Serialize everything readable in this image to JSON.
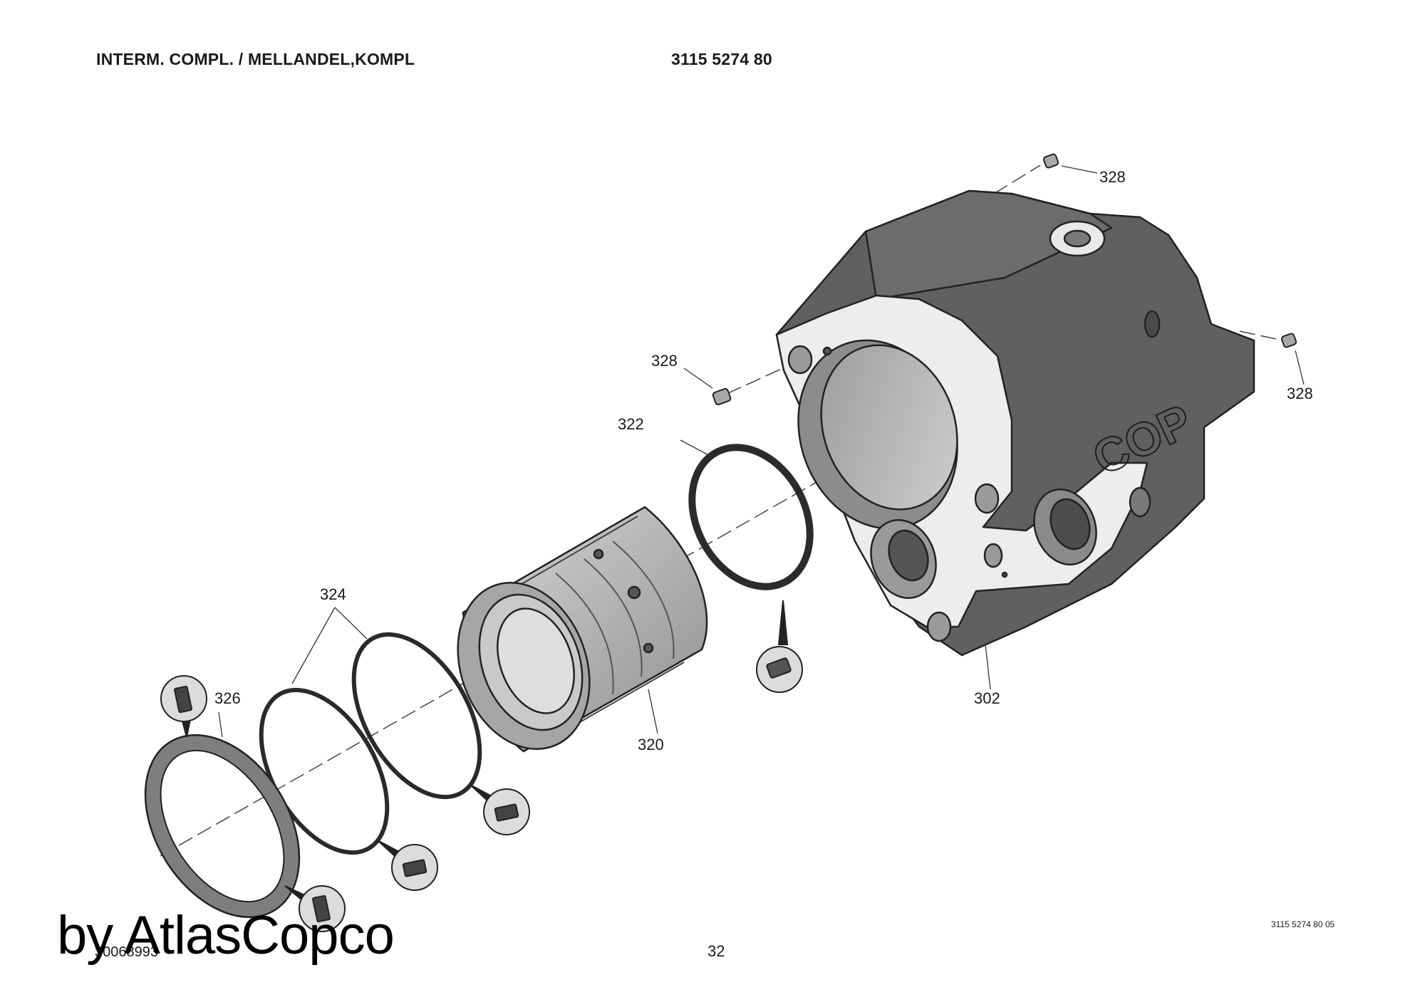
{
  "header": {
    "title": "INTERM. COMPL. / MELLANDEL,KOMPL",
    "part_number": "3115 5274 80"
  },
  "callouts": {
    "c302": "302",
    "c320": "320",
    "c322": "322",
    "c324": "324",
    "c326": "326",
    "c328_top": "328",
    "c328_right": "328",
    "c328_left": "328"
  },
  "housing_marking": "COP",
  "footer": {
    "doc_code": "30068993",
    "page_number": "32",
    "drawing_ref": "3115 5274 80 05"
  },
  "watermark": "by AtlasCopco",
  "colors": {
    "housing_dark": "#5e5e5e",
    "housing_flange": "#efefef",
    "cylinder_gray": "#b9b9b9",
    "seal_ring": "#8a8a8a"
  }
}
